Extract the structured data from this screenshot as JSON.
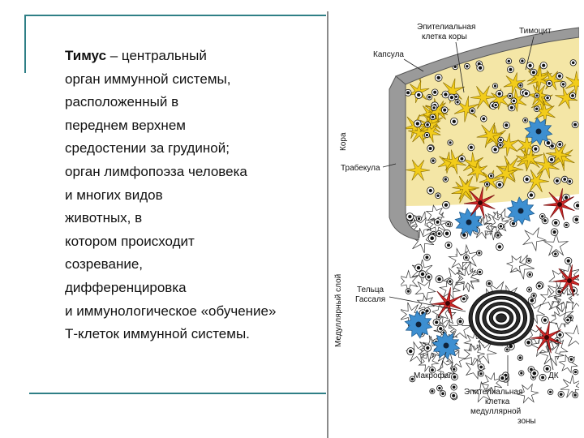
{
  "text": {
    "term": "Тимус",
    "lines": [
      " – центральный",
      " орган иммунной системы,",
      " расположенный в",
      "переднем верхнем",
      "средостении за грудиной;",
      "орган лимфопоэза человека",
      "и многих видов",
      "животных, в",
      "котором происходит",
      " созревание,",
      "дифференцировка",
      "и иммунологическое «обучение»",
      "Т-клеток иммунной системы."
    ]
  },
  "figure": {
    "labels": {
      "epithelial_cortex_1": "Эпителиальная",
      "epithelial_cortex_2": "клетка коры",
      "thymocyte": "Тимоцит",
      "capsule": "Капсула",
      "cortex": "Кора",
      "trabecula": "Трабекула",
      "medulla": "Медуллярный слой",
      "hassall_1": "Тельца",
      "hassall_2": "Гассаля",
      "macrophage": "Макрофаг",
      "dc": "ДК",
      "epithelial_medulla_1": "Эпителиальная",
      "epithelial_medulla_2": "клетка",
      "epithelial_medulla_3": "медуллярной",
      "epithelial_medulla_4": "зоны"
    },
    "colors": {
      "cortex_bg": "#f4e6a6",
      "epithelial": "#f2cc1a",
      "capsule": "#9a9a9a",
      "macrophage": "#3d8fd1",
      "dendritic": "#d62a2a"
    }
  }
}
